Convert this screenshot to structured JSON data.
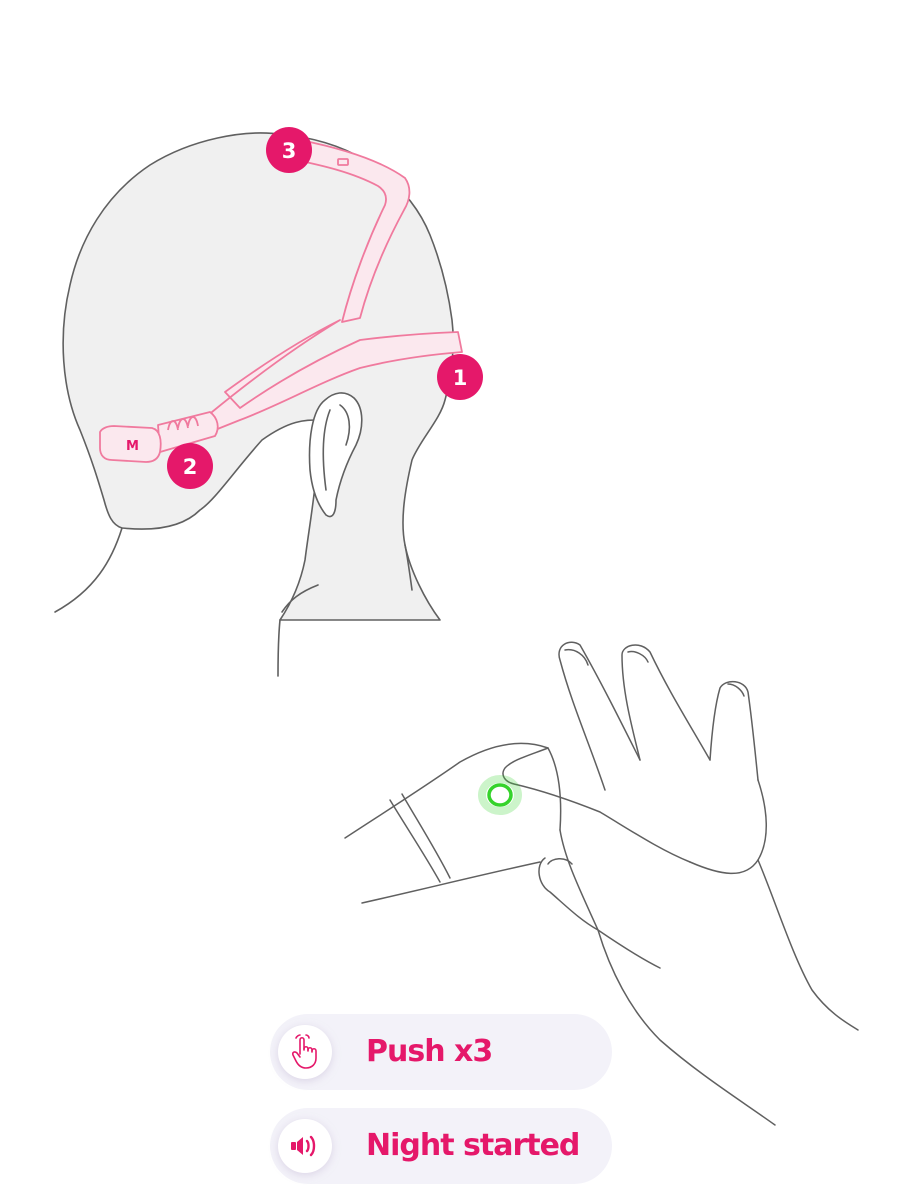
{
  "colors": {
    "accent": "#e5186a",
    "strap": "#f07a9e",
    "strap_fill": "#fbe8ee",
    "skin": "#f0f0f0",
    "outline": "#606060",
    "led": "#35d32b",
    "pill_bg": "#f3f2f9"
  },
  "headband_markers": [
    {
      "label": "1"
    },
    {
      "label": "2"
    },
    {
      "label": "3"
    }
  ],
  "strap_logo": "M",
  "steps": [
    {
      "icon": "tap-finger-icon",
      "label": "Push x3"
    },
    {
      "icon": "speaker-icon",
      "label": "Night started"
    }
  ]
}
